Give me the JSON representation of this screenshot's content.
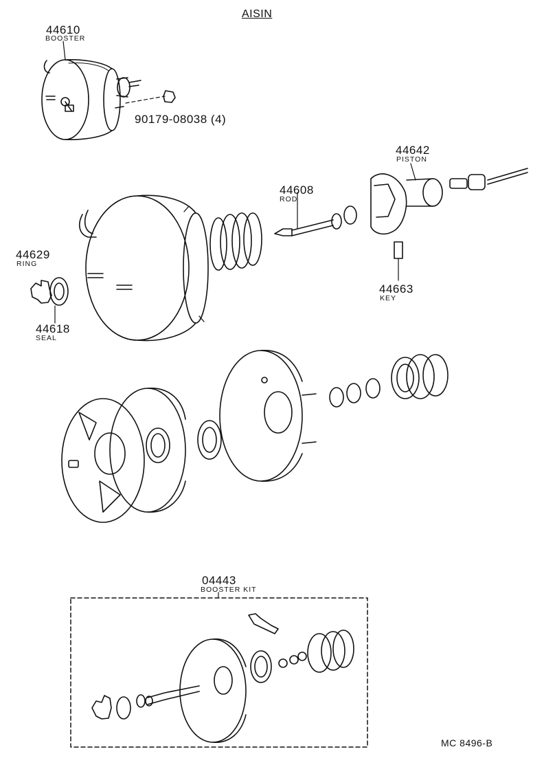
{
  "header": {
    "brand": "AISIN"
  },
  "parts": {
    "booster": {
      "number": "44610",
      "name": "BOOSTER"
    },
    "nut": {
      "number": "90179-08038 (4)"
    },
    "piston": {
      "number": "44642",
      "name": "PISTON"
    },
    "rod": {
      "number": "44608",
      "name": "ROD"
    },
    "ring": {
      "number": "44629",
      "name": "RING"
    },
    "seal": {
      "number": "44618",
      "name": "SEAL"
    },
    "key": {
      "number": "44663",
      "name": "KEY"
    },
    "kit": {
      "number": "04443",
      "name": "BOOSTER KIT"
    }
  },
  "footer": {
    "code": "MC  8496-B"
  }
}
